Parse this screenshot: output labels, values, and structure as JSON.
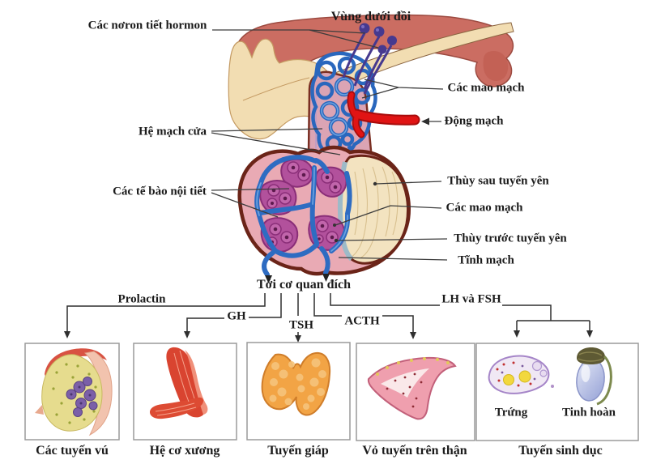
{
  "figure": {
    "region_labels": {
      "hypothalamus": "Vùng dưới đồi",
      "neurons": "Các nơron tiết hormon",
      "capillaries_top": "Các mao mạch",
      "artery": "Động mạch",
      "portal_system": "Hệ mạch cửa",
      "endocrine_cells": "Các tế bào nội tiết",
      "posterior_lobe": "Thùy sau tuyến yên",
      "capillaries_mid": "Các mao mạch",
      "anterior_lobe": "Thùy trước tuyến yên",
      "vein": "Tĩnh mạch",
      "to_target_organs": "Tới cơ quan đích"
    },
    "hormones": {
      "prolactin": "Prolactin",
      "gh": "GH",
      "tsh": "TSH",
      "acth": "ACTH",
      "lh_fsh": "LH và FSH"
    },
    "target_organs": [
      {
        "label": "Các tuyến vú"
      },
      {
        "label": "Hệ cơ xương"
      },
      {
        "label": "Tuyến giáp"
      },
      {
        "label": "Vỏ tuyến trên thận"
      },
      {
        "label": "Tuyến sinh dục",
        "sublabels": [
          "Trứng",
          "Tinh hoàn"
        ]
      }
    ],
    "colors": {
      "brain_pink": "#cb6d62",
      "brain_cream": "#f2ddb2",
      "vessel_blue": "#2e6cc2",
      "neuron_purple": "#46398f",
      "artery_red": "#e01414",
      "gland_pink": "#e9aab4",
      "cell_magenta": "#b2519c",
      "outline_maroon": "#6b2418",
      "thyroid_orange": "#f2a445",
      "adrenal_pink": "#ef9fae",
      "line_dark": "#333333"
    }
  }
}
